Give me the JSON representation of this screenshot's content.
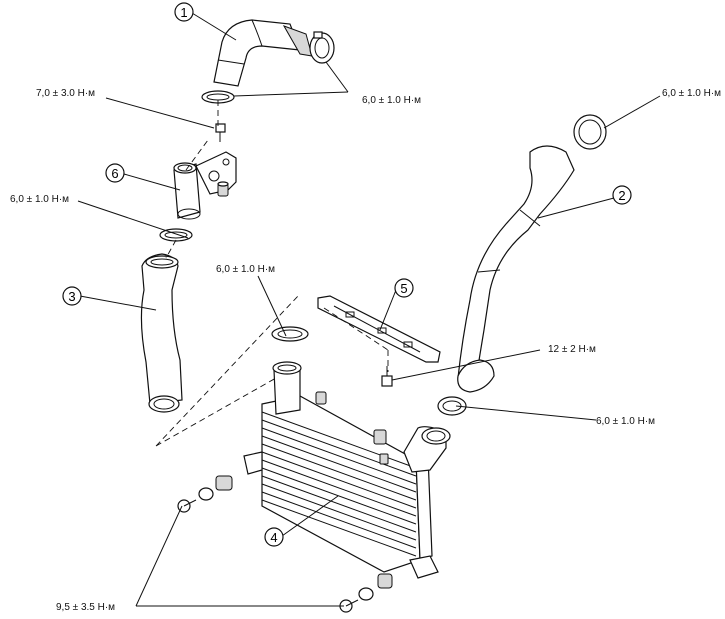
{
  "callouts": {
    "c1": "1",
    "c2": "2",
    "c3": "3",
    "c4": "4",
    "c5": "5",
    "c6": "6"
  },
  "torques": {
    "t1": "7,0 ± 3.0 Н·м",
    "t2": "6,0 ± 1.0 Н·м",
    "t3": "6,0 ± 1.0 Н·м",
    "t4": "6,0 ± 1.0 Н·м",
    "t5": "6,0 ± 1.0 Н·м",
    "t6": "12 ± 2 Н·м",
    "t7": "6,0 ± 1.0 Н·м",
    "t8": "9,5 ± 3.5 Н·м"
  }
}
